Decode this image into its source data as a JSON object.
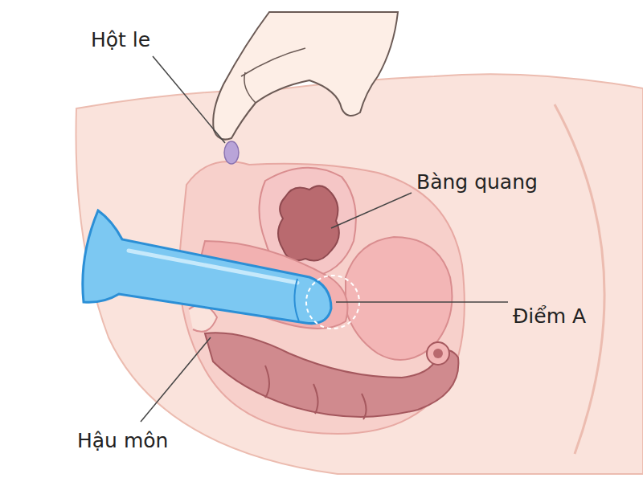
{
  "diagram": {
    "labels": [
      "Hột le",
      "Bàng quang",
      "Điểm A",
      "Hậu môn"
    ]
  }
}
